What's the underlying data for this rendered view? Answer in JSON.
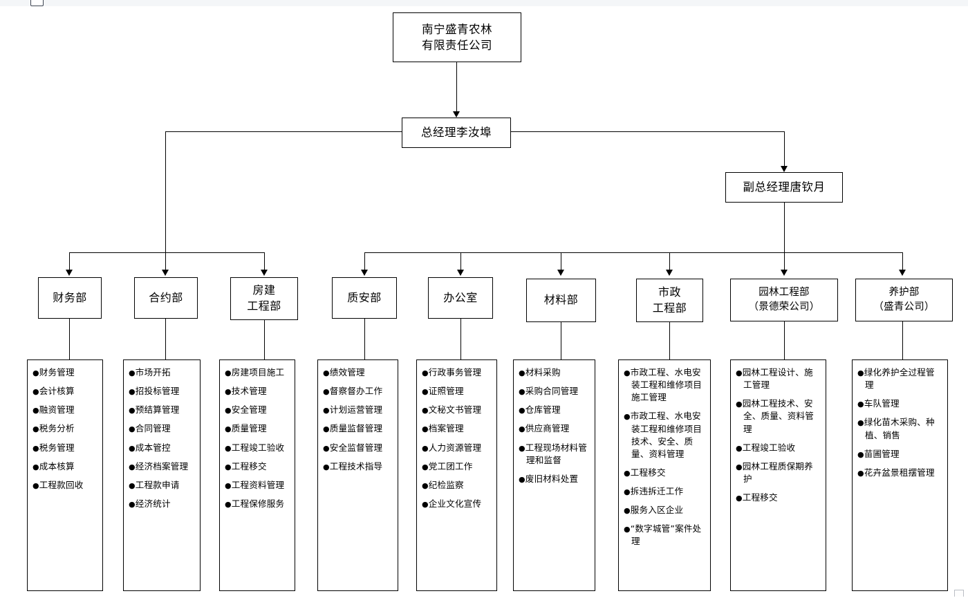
{
  "document": {
    "type": "organization-chart",
    "language": "zh-CN"
  },
  "nodes": {
    "company": {
      "label": "南宁盛青农林\n有限责任公司"
    },
    "general_manager": {
      "label": "总经理李汝埠"
    },
    "deputy_general_manager": {
      "label": "副总经理唐钦月"
    }
  },
  "departments": [
    {
      "id": "finance",
      "name": "财务部",
      "duties": [
        "财务管理",
        "会计核算",
        "融资管理",
        "税务分析",
        "税务管理",
        "成本核算",
        "工程款回收"
      ]
    },
    {
      "id": "contract",
      "name": "合约部",
      "duties": [
        "市场开拓",
        "招投标管理",
        "预结算管理",
        "合同管理",
        "成本管控",
        "经济档案管理",
        "工程款申请",
        "经济统计"
      ]
    },
    {
      "id": "building-engineering",
      "name": "房建\n工程部",
      "duties": [
        "房建项目施工",
        "技术管理",
        "安全管理",
        "质量管理",
        "工程竣工验收",
        "工程移交",
        "工程资料管理",
        "工程保修服务"
      ]
    },
    {
      "id": "quality-safety",
      "name": "质安部",
      "duties": [
        "绩效管理",
        "督察督办工作",
        "计划运营管理",
        "质量监督管理",
        "安全监督管理",
        "工程技术指导"
      ]
    },
    {
      "id": "office",
      "name": "办公室",
      "duties": [
        "行政事务管理",
        "证照管理",
        "文秘文书管理",
        "档案管理",
        "人力资源管理",
        "党工团工作",
        "纪检监察",
        "企业文化宣传"
      ]
    },
    {
      "id": "materials",
      "name": "材料部",
      "duties": [
        "材料采购",
        "采购合同管理",
        "仓库管理",
        "供应商管理",
        "工程现场材料管理和监督",
        "废旧材料处置"
      ]
    },
    {
      "id": "municipal-engineering",
      "name": "市政\n工程部",
      "duties": [
        "市政工程、水电安装工程和维修项目施工管理",
        "市政工程、水电安装工程和维修项目技术、安全、质量、资料管理",
        "工程移交",
        "拆违拆迁工作",
        "服务入区企业",
        "“数字城管”案件处理"
      ]
    },
    {
      "id": "landscape-engineering",
      "name": "园林工程部\n（景德荣公司）",
      "duties": [
        "园林工程设计、施工管理",
        "园林工程技术、安全、质量、资料管理",
        "工程竣工验收",
        "园林工程质保期养护",
        "工程移交"
      ]
    },
    {
      "id": "maintenance",
      "name": "养护部\n（盛青公司）",
      "duties": [
        "绿化养护全过程管理",
        "车队管理",
        "绿化苗木采购、种植、销售",
        "苗圃管理",
        "花卉盆景租摆管理"
      ]
    }
  ],
  "symbols": {
    "bullet": "●"
  },
  "colors": {
    "line": "#000000",
    "background": "#ffffff",
    "chrome": "#f4f6f8"
  }
}
